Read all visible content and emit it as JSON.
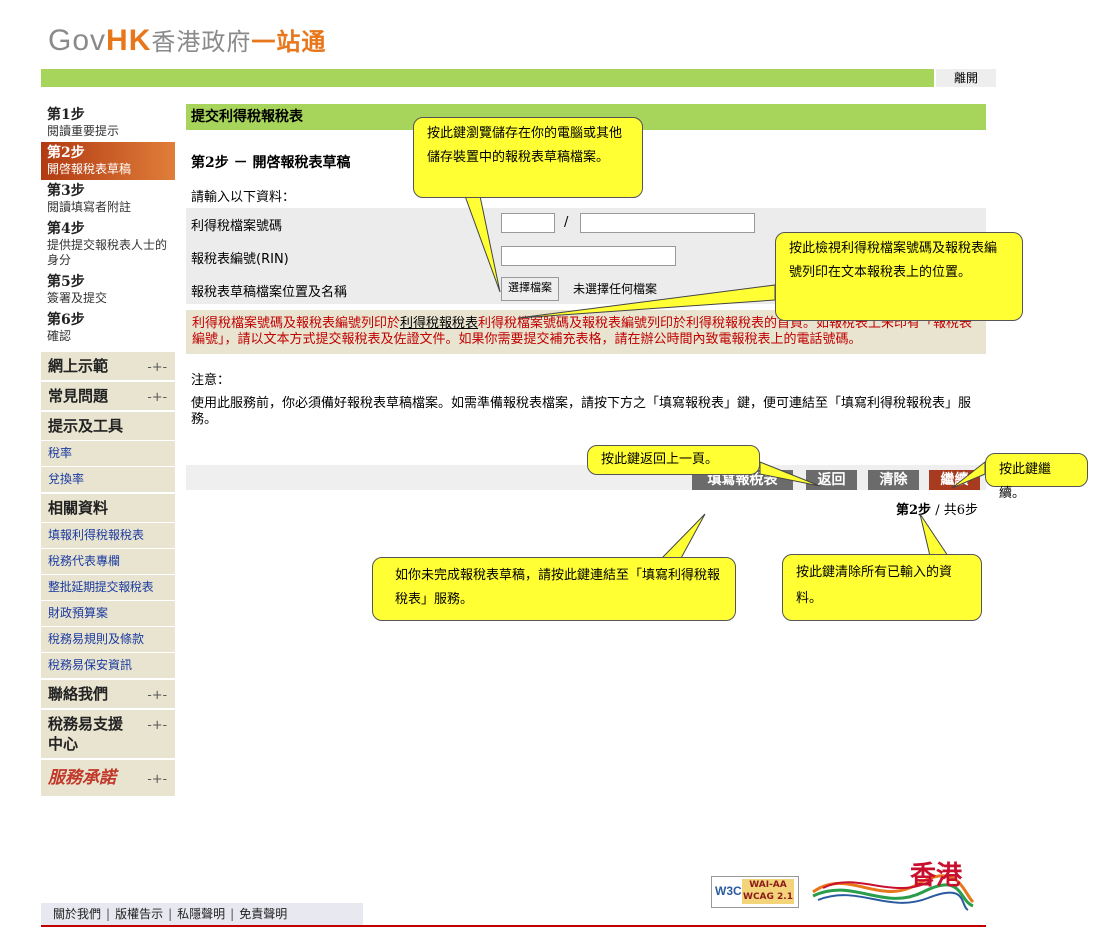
{
  "header": {
    "logo_gov": "Gov",
    "logo_hk": "HK",
    "logo_cn_grey": "香港政府",
    "logo_cn_orange": "一站通",
    "logout_label": "離開"
  },
  "sidebar": {
    "steps": [
      {
        "title": "第1步",
        "desc": "閱讀重要提示"
      },
      {
        "title": "第2步",
        "desc": "開啓報稅表草稿"
      },
      {
        "title": "第3步",
        "desc": "閱讀填寫者附註"
      },
      {
        "title": "第4步",
        "desc": "提供提交報稅表人士的身分"
      },
      {
        "title": "第5步",
        "desc": "簽署及提交"
      },
      {
        "title": "第6步",
        "desc": "確認"
      }
    ],
    "online_demo": "網上示範",
    "faq": "常見問題",
    "tips_tools": "提示及工具",
    "tips_links": [
      "稅率",
      "兌換率"
    ],
    "related": "相關資料",
    "related_links": [
      "填報利得稅報稅表",
      "稅務代表專欄",
      "整批延期提交報稅表",
      "財政預算案",
      "稅務易規則及條款",
      "稅務易保安資訊"
    ],
    "contact": "聯絡我們",
    "support": "稅務易支援中心",
    "service_pledge": "服務承諾"
  },
  "main": {
    "panel_title": "提交利得稅報稅表",
    "step_title": "第2步 － 開啓報稅表草稿",
    "enter_info": "請輸入以下資料：",
    "file_no_label": "利得稅檔案號碼",
    "slash": "/",
    "rin_label": "報稅表編號(RIN)",
    "draft_label": "報稅表草稿檔案位置及名稱",
    "choose_file": "選擇檔案",
    "no_file": "未選擇任何檔案",
    "warn_pre": "利得稅檔案號碼及報稅表編號列印於",
    "warn_link": "利得稅報稅表",
    "warn_post": "利得稅檔案號碼及報稅表編號列印於利得稅報稅表的首頁。如報稅表上未印有「報稅表編號」，請以文本方式提交報稅表及佐證文件。如果你需要提交補充表格，請在辦公時間內致電報稅表上的電話號碼。",
    "note_label": "注意：",
    "note_text": "使用此服務前，你必須備好報稅表草稿檔案。如需準備報稅表檔案，請按下方之「填寫報稅表」鍵，便可連結至「填寫利得稅報稅表」服務。",
    "btn_fill": "填寫報稅表",
    "btn_back": "返回",
    "btn_clear": "清除",
    "btn_continue": "繼續",
    "step_current": "第2步",
    "step_total": "共6步",
    "step_sep": "/"
  },
  "callouts": {
    "browse": "按此鍵瀏覽儲存在你的電腦或其他儲存裝置中的報稅表草稿檔案。",
    "view": "按此檢視利得稅檔案號碼及報稅表編號列印在文本報稅表上的位置。",
    "back": "按此鍵返回上一頁。",
    "continue": "按此鍵繼續。",
    "fill": "如你未完成報稅表草稿，請按此鍵連結至「填寫利得稅報稅表」服務。",
    "clear": "按此鍵清除所有已輸入的資料。"
  },
  "footer": {
    "links": [
      "關於我們",
      "版權告示",
      "私隱聲明",
      "免責聲明"
    ],
    "sep": "|",
    "w3c": "W3C",
    "wai": "WAI-AA",
    "wcag": "WCAG 2.1",
    "brand": "香港"
  },
  "colors": {
    "green_bar": "#a7d45a",
    "active_step": "#b13a12",
    "callout": "#ffff33",
    "continue_btn": "#a83a20",
    "grey_btn": "#6b6b6b",
    "warn_text": "#c00000"
  }
}
